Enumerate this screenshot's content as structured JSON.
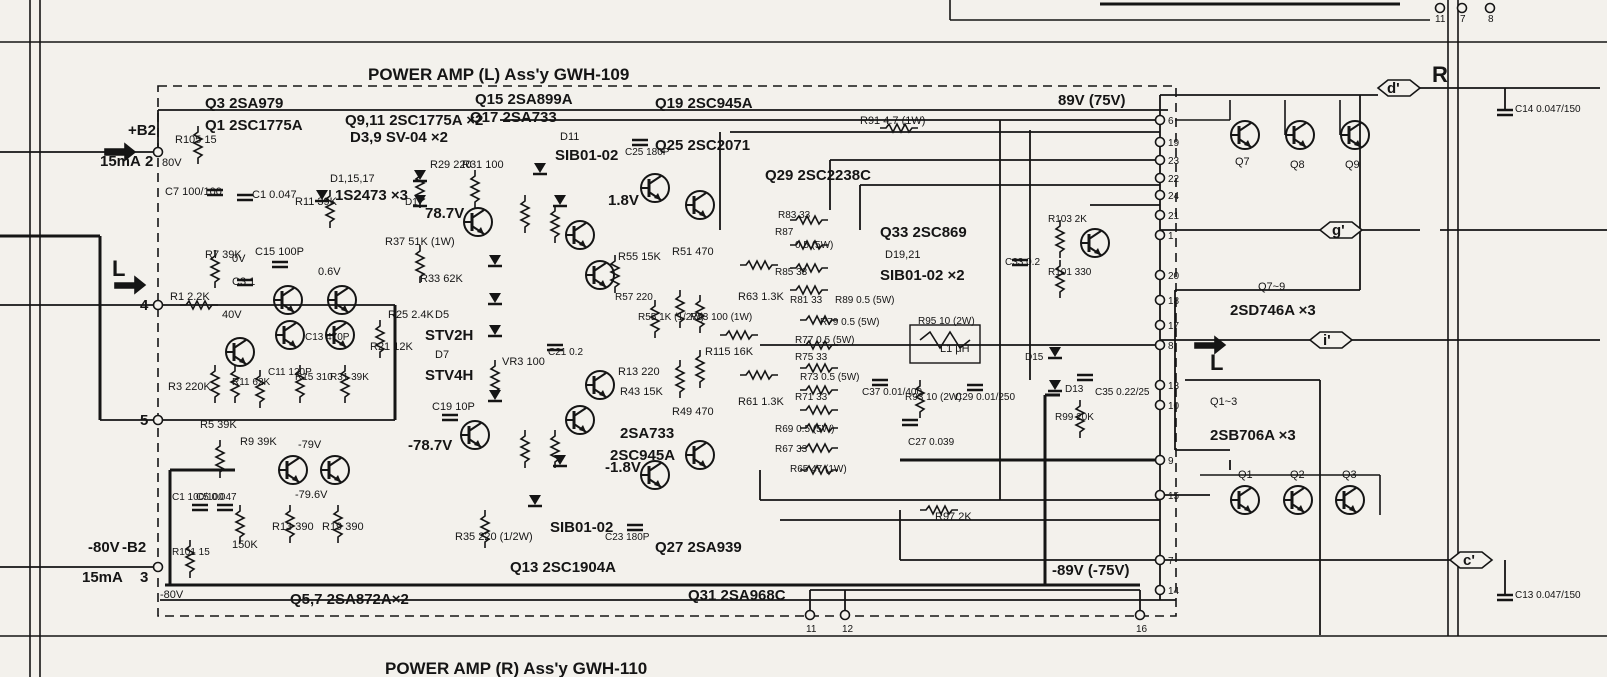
{
  "colors": {
    "ink": "#151515",
    "paper": "#f3f1ec"
  },
  "title": "POWER AMP (L) Ass'y GWH-109",
  "bottom_title": "POWER AMP (R) Ass'y GWH-110",
  "rails": {
    "pos_label": "+B2",
    "pos_current": "15mA",
    "pos_pin": "2",
    "pos_v": "80V",
    "neg_label": "-B2",
    "neg_v": "-80V",
    "neg_current": "15mA",
    "neg_pin": "3",
    "neg_v2": "-80V",
    "hi": "89V (75V)",
    "lo": "-89V (-75V)"
  },
  "input": {
    "label": "L",
    "pin": "4",
    "gnd_pin": "5"
  },
  "output_label": "L",
  "bus_r": "R",
  "transistor_labels": [
    "Q3 2SA979",
    "Q1 2SC1775A",
    "Q9,11 2SC1775A ×2",
    "Q17 2SA733",
    "Q15 2SA899A",
    "Q19 2SC945A",
    "Q25 2SC2071",
    "Q29 2SC2238C",
    "Q33 2SC869",
    "Q7~9",
    "2SD746A ×3",
    "Q1~3",
    "2SB706A ×3",
    "Q13 2SC1904A",
    "Q31 2SA968C",
    "Q5,7 2SA872A×2",
    "Q27 2SA939",
    "2SA733",
    "2SC945A"
  ],
  "diode_labels": [
    "D3,9 SV-04 ×2",
    "D1,15,17",
    "1S2473 ×3",
    "D11",
    "SIB01-02",
    "D19,21",
    "SIB01-02 ×2",
    "D5",
    "STV2H",
    "D7",
    "STV4H",
    "SIB01-02"
  ],
  "component_labels": [
    "R105 15",
    "C7 100/100",
    "C1 0.047",
    "R11 39K",
    "R7 39K",
    "R1 2.2K",
    "R3 220K",
    "C3 1",
    "0V",
    "C15 100P",
    "0.6V",
    "40V",
    "C13 470P",
    "R25 2.4K",
    "R21 12K",
    "C11 120P",
    "R15 310",
    "R31 39K",
    "R11 62K",
    "R5 39K",
    "R9 39K",
    "R13 390",
    "R19 390",
    "150K",
    "C1 100/100",
    "C5 0.047",
    "R101 15",
    "-79V",
    "-79.6V",
    "R29 220",
    "R37 51K (1W)",
    "R31 100",
    "78.7V",
    "R33 62K",
    "C19 10P",
    "-78.7V",
    "R35 220 (1/2W)",
    "C25 180P",
    "C23 180P",
    "1.8V",
    "-1.8V",
    "R55 15K",
    "R57 220",
    "R55 1K (1/2W)",
    "R53 100 (1W)",
    "R51 470",
    "R49 470",
    "C21 0.2",
    "VR3 100",
    "R43 15K",
    "R13 220",
    "R115 16K",
    "R63 1.3K",
    "R61 1.3K",
    "R91 4.7 (1W)",
    "R83 33",
    "R87",
    "0.5 (5W)",
    "R85 33",
    "R81 33",
    "R89 0.5 (5W)",
    "R79 0.5 (5W)",
    "R77 0.5 (5W)",
    "R75 33",
    "R73 0.5 (5W)",
    "R71 33",
    "R69 0.5 (5W)",
    "R67 33",
    "R65 47 (1W)",
    "R95 10 (2W)",
    "L1 μH",
    "C37 0.01/400",
    "R93 10 (2W)",
    "C27 0.039",
    "C29 0.01/250",
    "R97 2K",
    "C33 0.2",
    "R103 2K",
    "R101 330",
    "C35 0.22/25",
    "R99 20K",
    "D13",
    "D15",
    "C14 0.047/150",
    "C13 0.047/150",
    "D1"
  ],
  "pins_right": [
    "6",
    "19",
    "23",
    "22",
    "24",
    "21",
    "1",
    "20",
    "18",
    "17",
    "8",
    "13",
    "10",
    "9",
    "15",
    "7",
    "14"
  ],
  "pins_bottom": [
    "11",
    "12",
    "16"
  ],
  "pins_top": [
    "11",
    "7",
    "8"
  ],
  "connectors": [
    "d'",
    "g'",
    "i'",
    "c'"
  ],
  "output_transistors": [
    "Q7",
    "Q8",
    "Q9",
    "Q1",
    "Q2",
    "Q3"
  ]
}
